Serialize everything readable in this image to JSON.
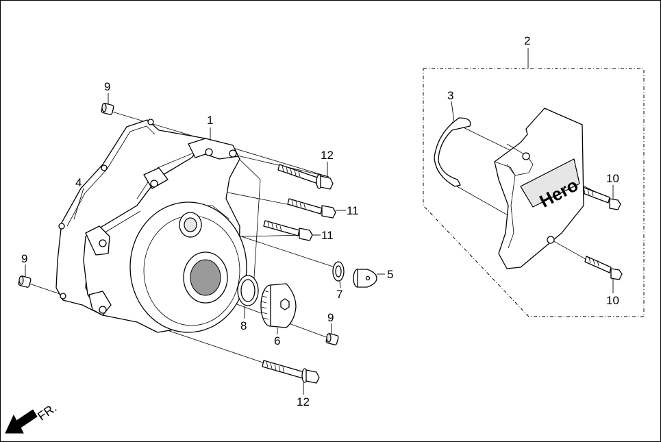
{
  "diagram": {
    "callouts": [
      {
        "id": "c1",
        "text": "1"
      },
      {
        "id": "c2",
        "text": "2"
      },
      {
        "id": "c3",
        "text": "3"
      },
      {
        "id": "c4",
        "text": "4"
      },
      {
        "id": "c5",
        "text": "5"
      },
      {
        "id": "c6",
        "text": "6"
      },
      {
        "id": "c7",
        "text": "7"
      },
      {
        "id": "c8",
        "text": "8"
      },
      {
        "id": "c9a",
        "text": "9"
      },
      {
        "id": "c9b",
        "text": "9"
      },
      {
        "id": "c9c",
        "text": "9"
      },
      {
        "id": "c10a",
        "text": "10"
      },
      {
        "id": "c10b",
        "text": "10"
      },
      {
        "id": "c11a",
        "text": "11"
      },
      {
        "id": "c11b",
        "text": "11"
      },
      {
        "id": "c12a",
        "text": "12"
      },
      {
        "id": "c12b",
        "text": "12"
      }
    ],
    "brand_logo": "Hero",
    "direction_label": "FR."
  }
}
